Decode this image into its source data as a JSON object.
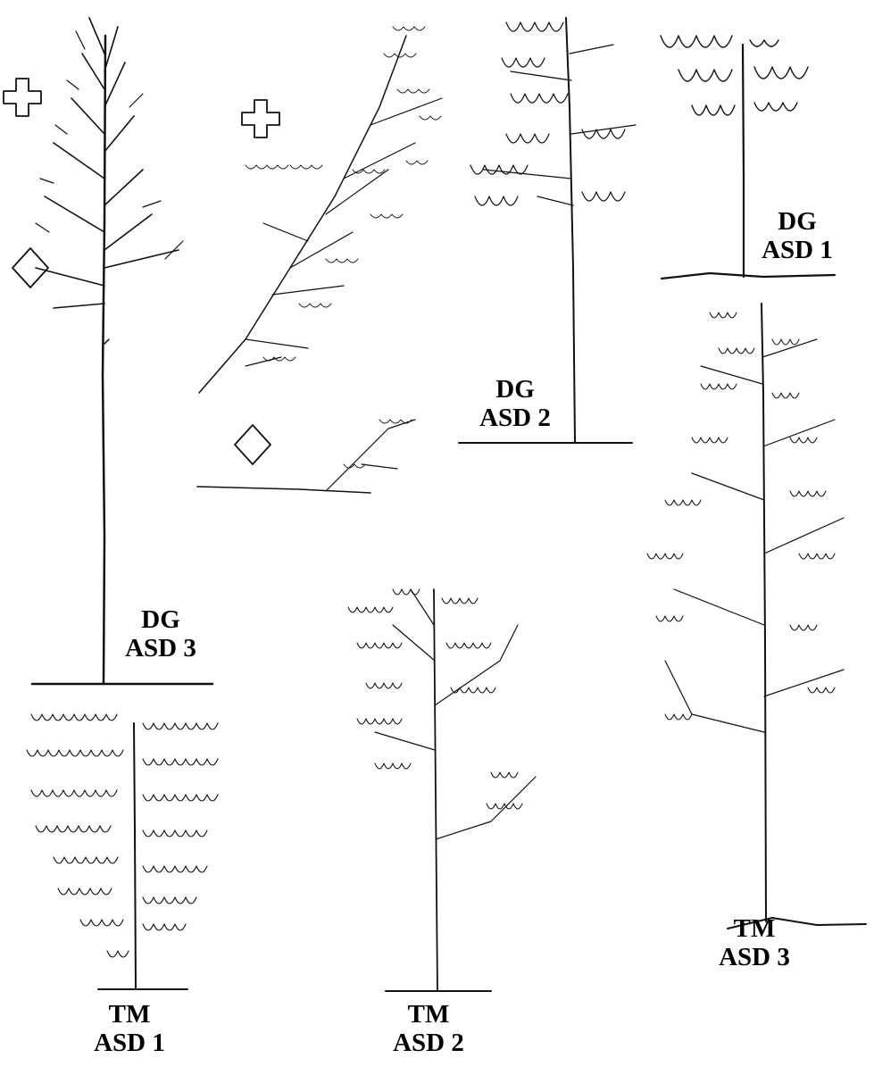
{
  "panels": {
    "dg_asd3": {
      "species": "DG",
      "stage": "ASD 3"
    },
    "dg_asd2": {
      "species": "DG",
      "stage": "ASD 2"
    },
    "dg_asd1": {
      "species": "DG",
      "stage": "ASD 1"
    },
    "tm_asd1": {
      "species": "TM",
      "stage": "ASD 1"
    },
    "tm_asd2": {
      "species": "TM",
      "stage": "ASD 2"
    },
    "tm_asd3": {
      "species": "TM",
      "stage": "ASD 3"
    }
  },
  "markers": {
    "cross_icon": "cross-outline",
    "diamond_icon": "diamond-outline"
  }
}
